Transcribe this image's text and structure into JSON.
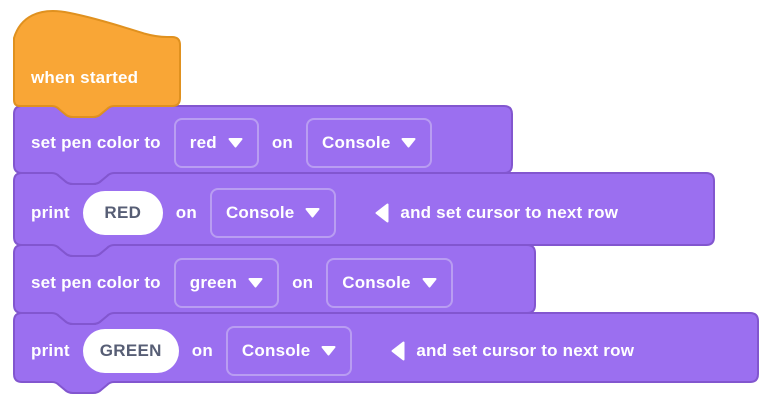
{
  "colors": {
    "block_purple": "#9b6ff0",
    "block_purple_border": "#8256cf",
    "hat_orange": "#f9a636",
    "hat_orange_border": "#e0911f",
    "dropdown_border": "#b99df2",
    "input_text": "#575e75",
    "label_text": "#ffffff"
  },
  "icons": {
    "dropdown_arrow": "triangle-down",
    "collapse_arrow": "triangle-left"
  },
  "script": {
    "hat": {
      "label": "when started"
    },
    "set_pen_red": {
      "prefix": "set pen color to",
      "color": "red",
      "on": "on",
      "device": "Console"
    },
    "print_red": {
      "prefix": "print",
      "value": "RED",
      "on": "on",
      "device": "Console",
      "suffix": "and set cursor to next row"
    },
    "set_pen_green": {
      "prefix": "set pen color to",
      "color": "green",
      "on": "on",
      "device": "Console"
    },
    "print_green": {
      "prefix": "print",
      "value": "GREEN",
      "on": "on",
      "device": "Console",
      "suffix": "and set cursor to next row"
    }
  }
}
